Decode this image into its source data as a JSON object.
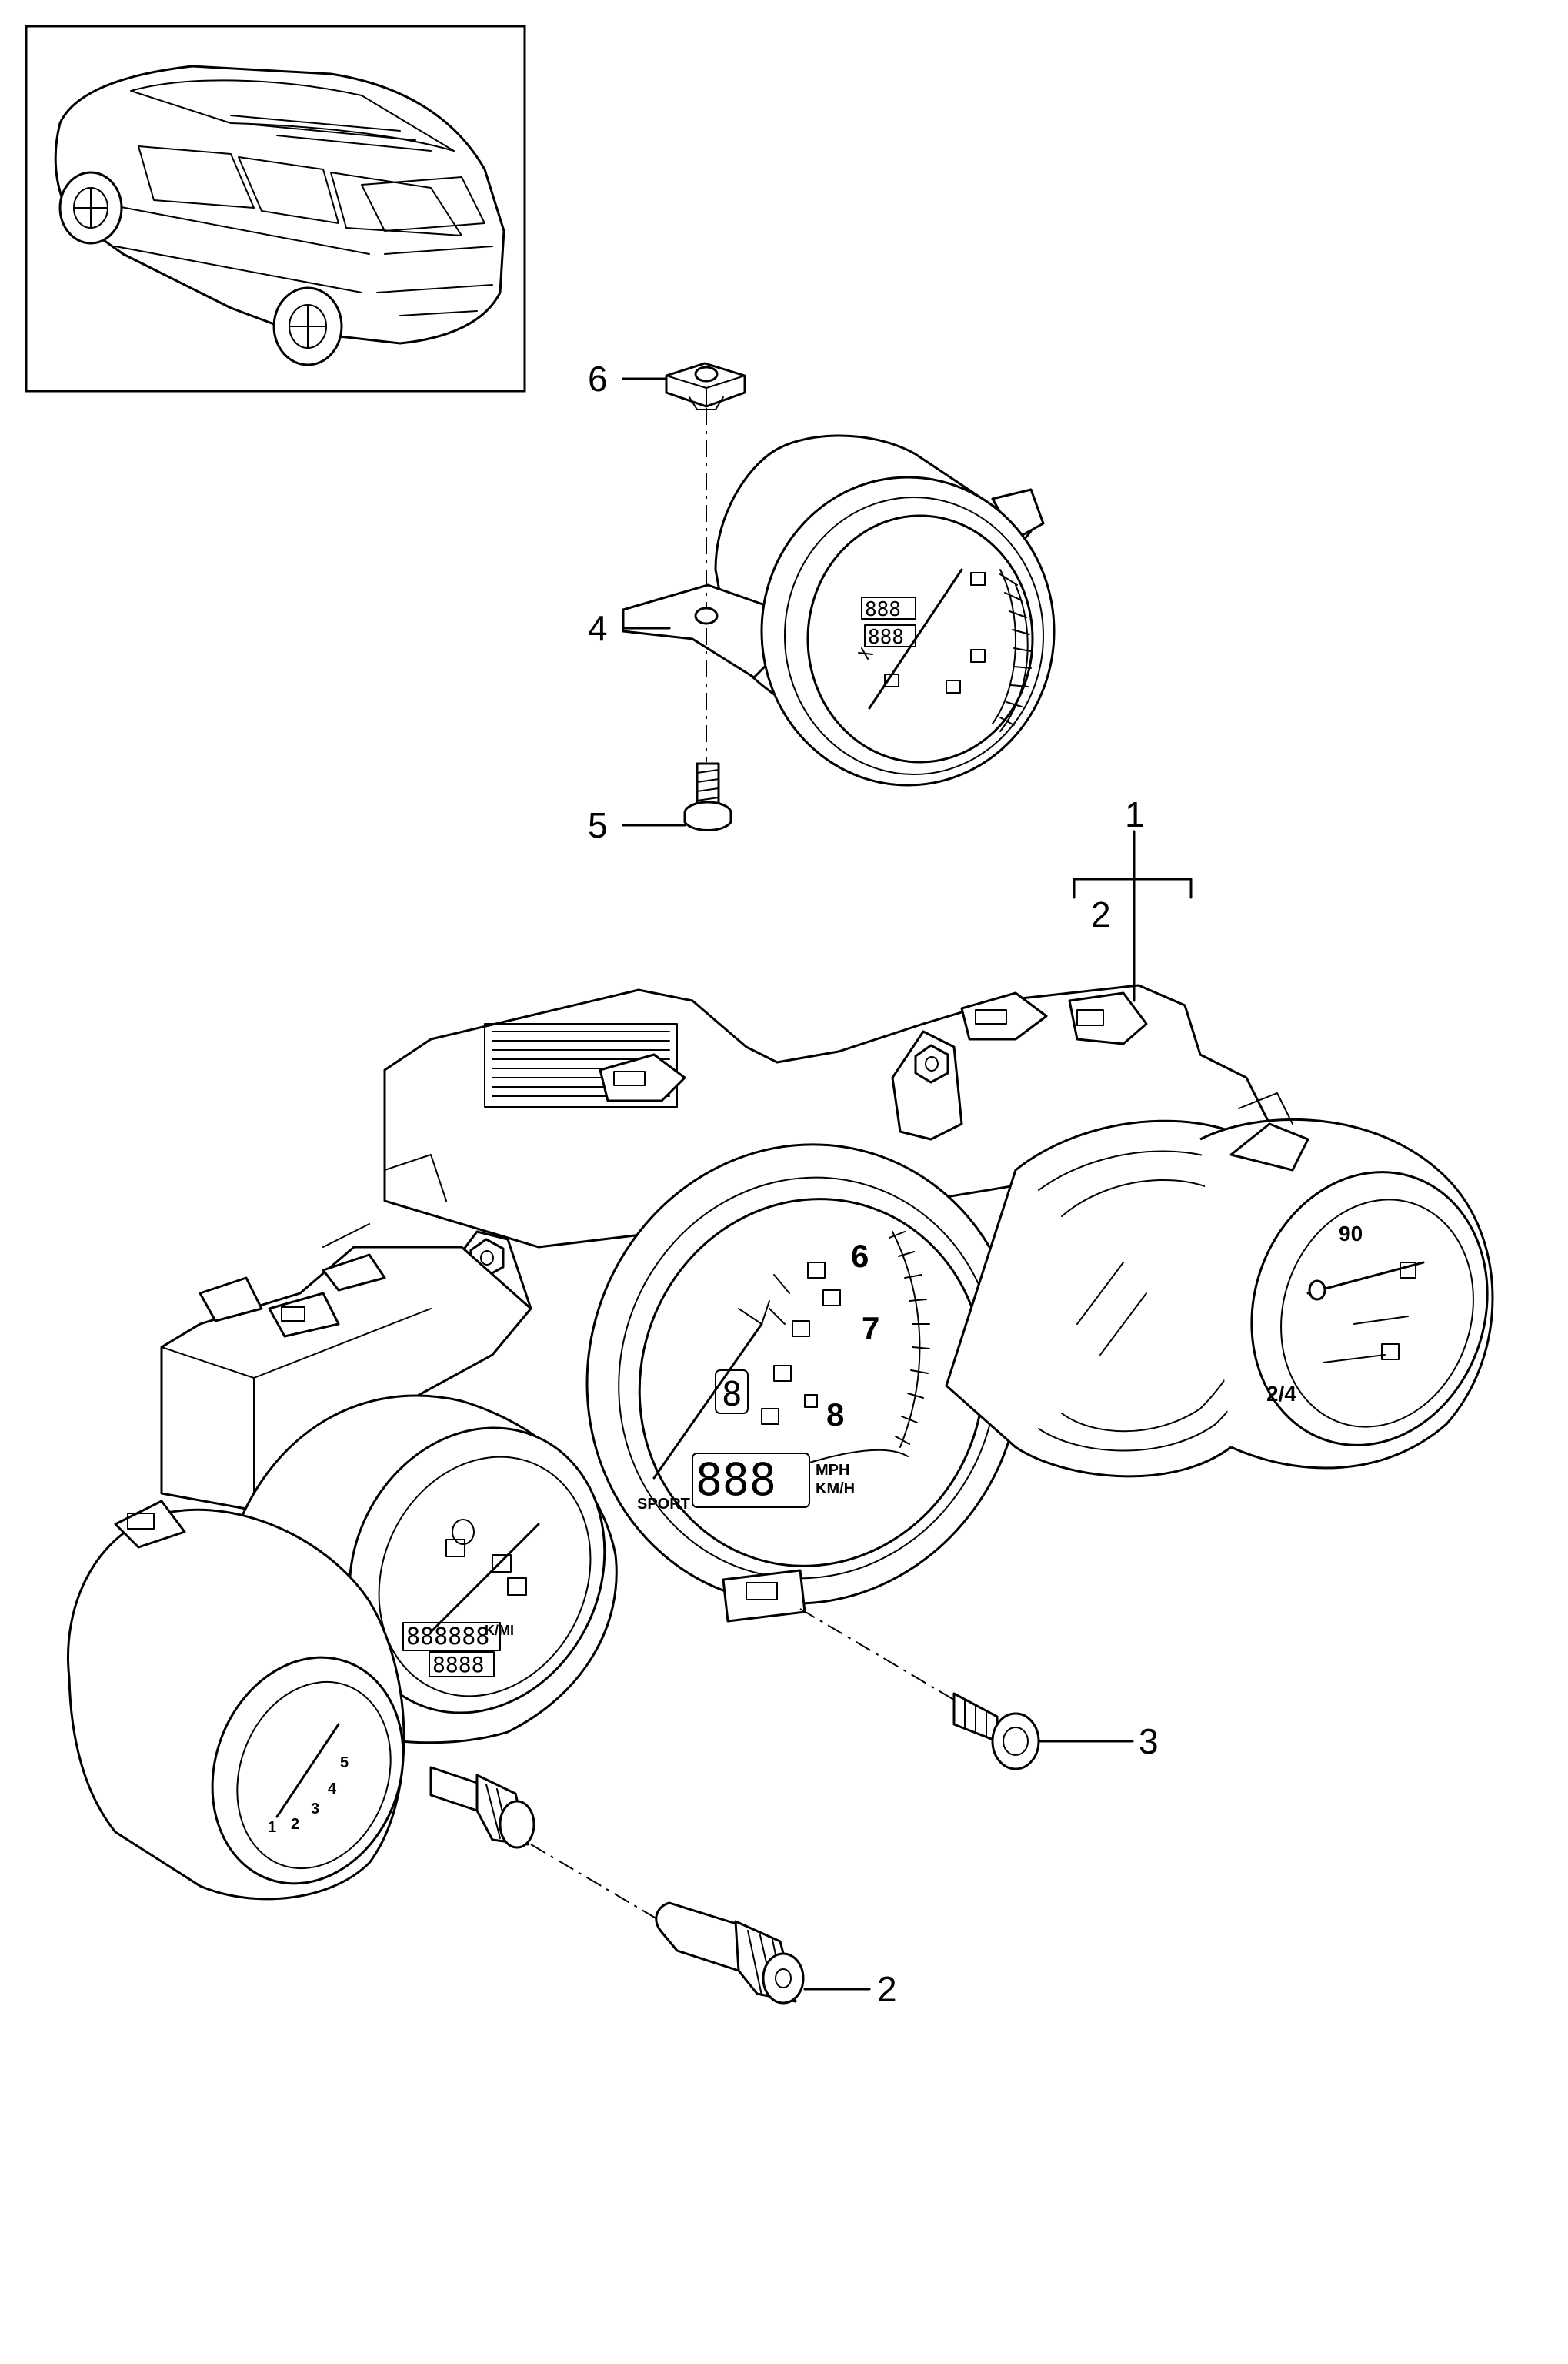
{
  "callouts": {
    "c1": "1",
    "c2_bracket": "2",
    "c3": "3",
    "c4": "4",
    "c5": "5",
    "c6": "6",
    "c2_knob": "2"
  },
  "gauge_labels": {
    "tach_6": "6",
    "tach_7": "7",
    "tach_8": "8",
    "gear": "8",
    "speed_digits": "888",
    "sport": "SPORT",
    "mph": "MPH",
    "kmh": "KM/H",
    "odo_top": "888888",
    "odo_bottom": "8888",
    "odo_unit": "K/MI",
    "right_90": "90",
    "right_24": "2/4",
    "clock_digits": "888",
    "left_ticks": [
      "1",
      "2",
      "3",
      "4",
      "5"
    ]
  }
}
